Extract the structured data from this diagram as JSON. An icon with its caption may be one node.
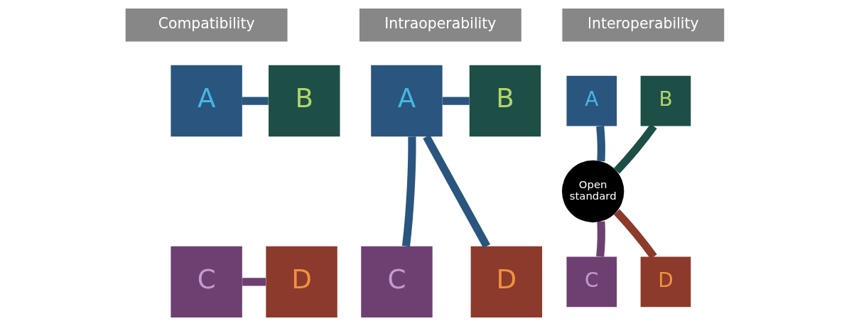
{
  "diagram": {
    "nodes": [
      {
        "text": [
          "Compatibility"
        ]
      },
      {
        "text": [
          "A"
        ]
      },
      {
        "text": [
          "B"
        ]
      },
      {
        "text": [
          "C"
        ]
      },
      {
        "text": [
          "D"
        ]
      },
      {
        "text": [
          "Intraoperability"
        ]
      },
      {
        "text": [
          "A"
        ]
      },
      {
        "text": [
          "B"
        ]
      },
      {
        "text": [
          "C"
        ]
      },
      {
        "text": [
          "D"
        ]
      },
      {
        "text": [
          "Interoperability"
        ]
      },
      {
        "text": [
          "A"
        ]
      },
      {
        "text": [
          "B"
        ]
      },
      {
        "text": [
          "Open standard"
        ]
      },
      {
        "text": [
          "C"
        ]
      },
      {
        "text": [
          "D"
        ]
      }
    ],
    "edges": [
      {
        "from": 1,
        "to": 2,
        "arrow": "none"
      },
      {
        "from": 3,
        "to": 4,
        "arrow": "none",
        "color": "#6e4072"
      },
      {
        "from": 6,
        "to": 7,
        "arrow": "none"
      },
      {
        "from": 6,
        "to": 8,
        "arrow": "none"
      },
      {
        "from": 6,
        "to": 9,
        "arrow": "none"
      },
      {
        "from": 11,
        "to": 13,
        "arrow": "none"
      },
      {
        "from": 12,
        "to": 13,
        "arrow": "none",
        "color": "#1d4f47"
      },
      {
        "from": 14,
        "to": 13,
        "arrow": "none",
        "color": "#6e4072"
      },
      {
        "from": 15,
        "to": 13,
        "arrow": "none",
        "color": "#8c3a2c"
      }
    ]
  }
}
